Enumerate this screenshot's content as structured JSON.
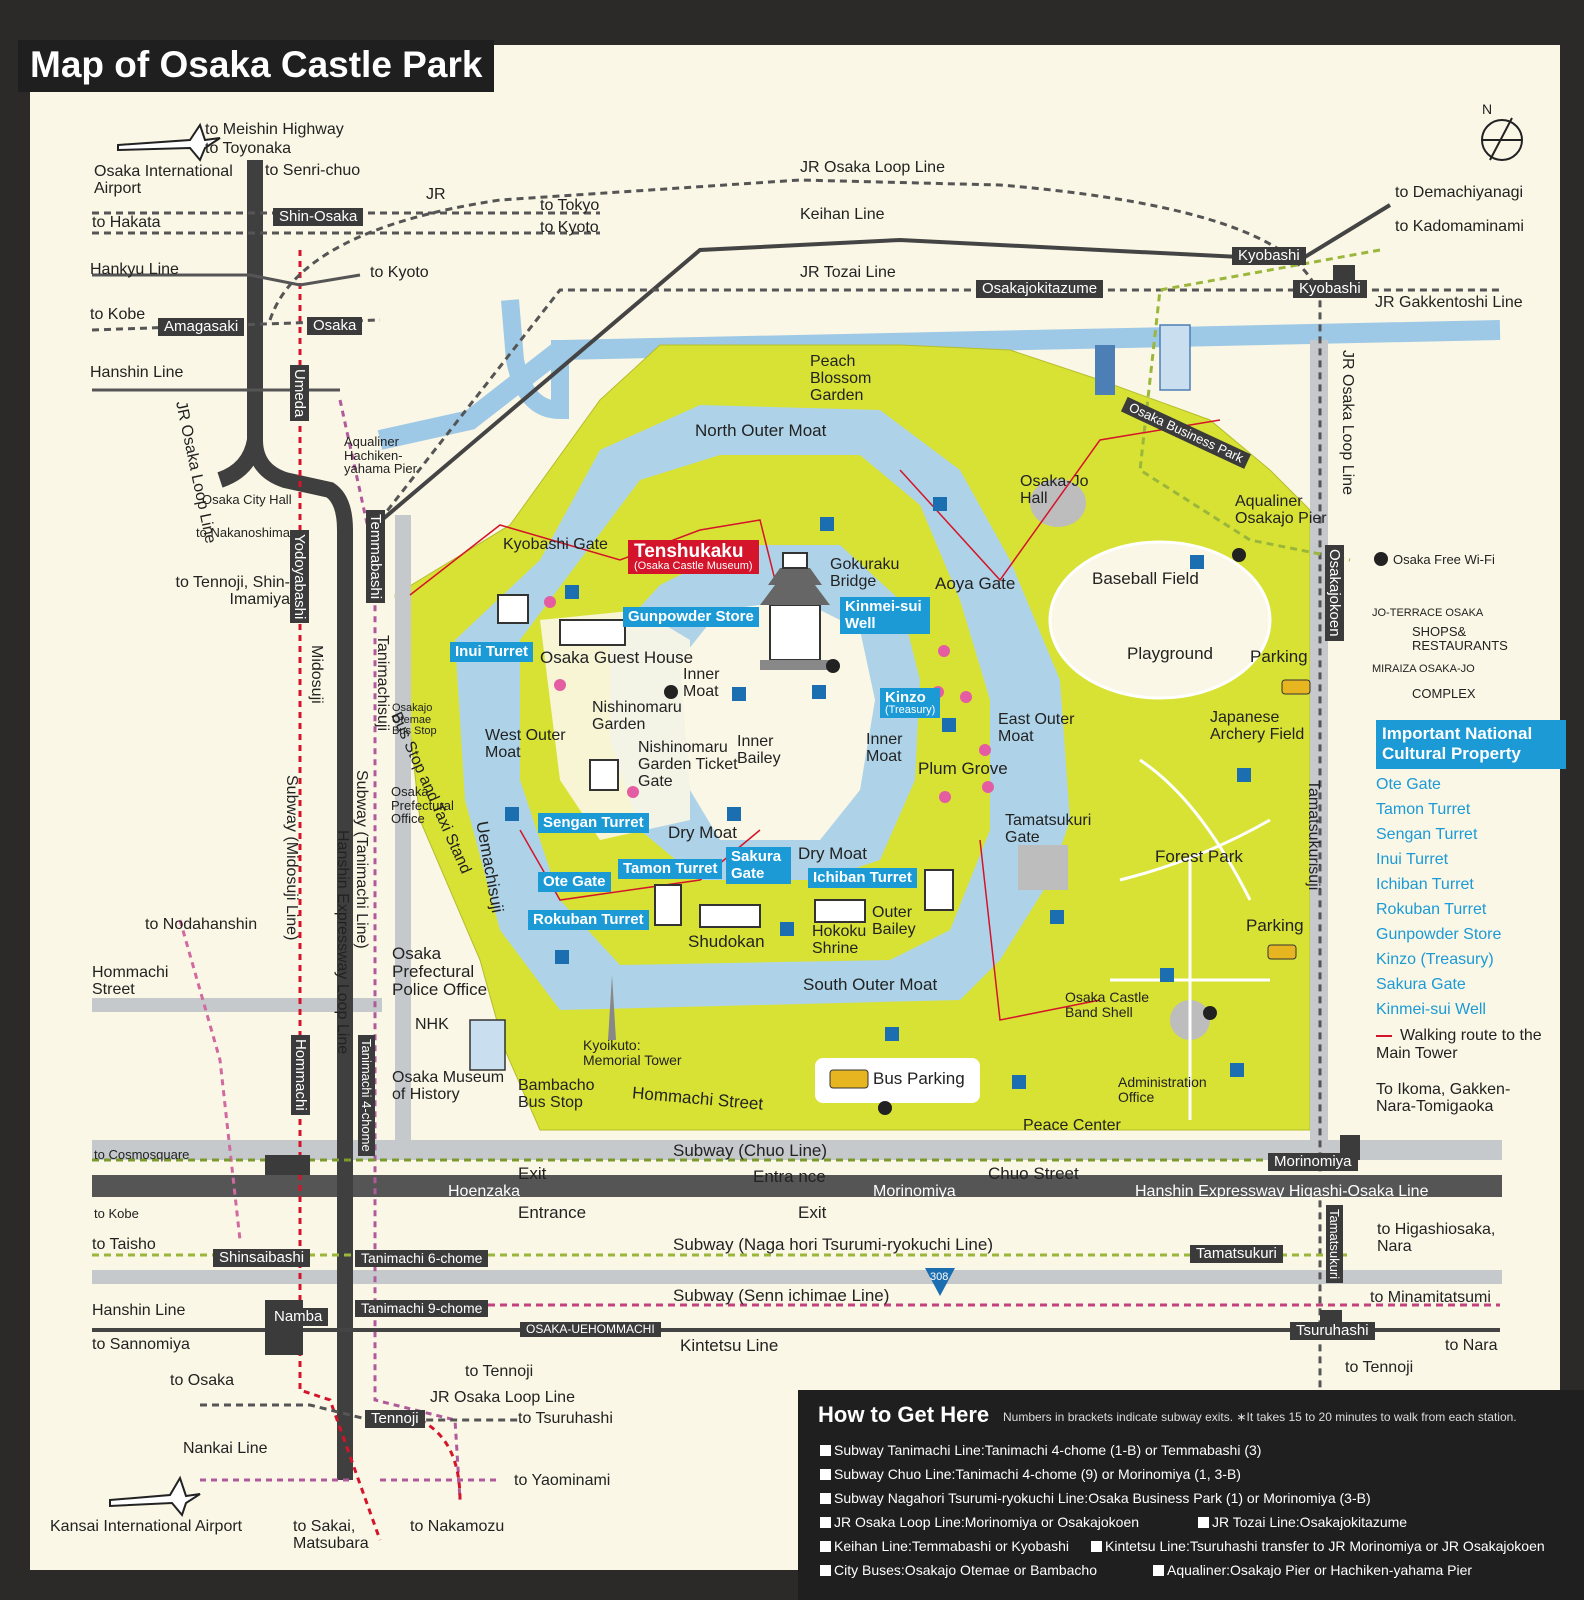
{
  "title": "Map of Osaka Castle Park",
  "colors": {
    "park": "#d8e234",
    "moat": "#aed3e8",
    "water": "#9ec9e6",
    "road": "#c5c9cc",
    "rail": "#3a3a3a",
    "route": "#d4142a",
    "label_blue": "#1b9ad6"
  },
  "compass": "N",
  "labels": {
    "to_meishin": "to Meishin Highway",
    "to_toyonaka": "to Toyonaka",
    "osaka_airport": "Osaka International Airport",
    "to_senri": "to Senri-chuo",
    "jr": "JR",
    "to_hakata": "to Hakata",
    "shin_osaka": "Shin-Osaka",
    "to_tokyo": "to Tokyo",
    "to_kyoto1": "to Kyoto",
    "hankyu_line": "Hankyu Line",
    "to_kyoto2": "to Kyoto",
    "to_kobe1": "to Kobe",
    "amagasaki": "Amagasaki",
    "osaka": "Osaka",
    "hanshin_line1": "Hanshin Line",
    "jr_loop1": "JR Osaka Loop Line",
    "umeda": "Umeda",
    "aqualiner_hachiken": "Aqualiner Hachiken-yahama Pier",
    "osaka_city_hall": "Osaka City Hall",
    "to_nakanoshima": "to Nakanoshima",
    "to_tennoji_shin": "to Tennoji, Shin-Imamiya",
    "yodoyabashi": "Yodoyabashi",
    "temmabashi": "Temmabashi",
    "midosuji": "Midosuji",
    "tanimachisuji": "Tanimachisuji",
    "subway_midosuji": "Subway (Midosuji Line)",
    "subway_tanimachi": "Subway (Tanimachi Line)",
    "hanshin_expressway_loop": "Hanshin Expressway Loop Line",
    "to_nodahanshin": "to Nodahanshin",
    "hommachi_street1": "Hommachi Street",
    "hommachi_station": "Hommachi",
    "tanimachi4": "Tanimachi 4-chome",
    "jr_osaka_loop_top": "JR Osaka Loop Line",
    "keihan_line": "Keihan Line",
    "jr_tozai": "JR Tozai Line",
    "osakajokitazume": "Osakajokitazume",
    "kyobashi1": "Kyobashi",
    "kyobashi2": "Kyobashi",
    "to_demachiyanagi": "to Demachiyanagi",
    "to_kadomaminami": "to Kadomaminami",
    "jr_gakkentoshi": "JR Gakkentoshi Line",
    "jr_loop_right": "JR Osaka Loop Line",
    "osaka_business_park": "Osaka Business Park",
    "peach_garden": "Peach Blossom Garden",
    "north_outer_moat": "North Outer Moat",
    "osaka_jo_hall": "Osaka-Jo Hall",
    "aqualiner_osakajo": "Aqualiner Osakajo Pier",
    "osakajokoen": "Osakajokoen",
    "free_wifi": "Osaka Free Wi-Fi",
    "jo_terrace": "JO-TERRACE OSAKA",
    "shops": "SHOPS& RESTAURANTS",
    "miraiza": "MIRAIZA OSAKA-JO",
    "complex": "COMPLEX",
    "kyobashi_gate": "Kyobashi Gate",
    "tenshukaku": "Tenshukaku",
    "tenshukaku_sub": "(Osaka Castle Museum)",
    "gokuraku_bridge": "Gokuraku Bridge",
    "aoya_gate": "Aoya Gate",
    "baseball_field": "Baseball Field",
    "playground": "Playground",
    "parking1": "Parking",
    "gunpowder_store": "Gunpowder Store",
    "kinmei_well": "Kinmei-sui Well",
    "inui_turret": "Inui Turret",
    "osaka_guest_house": "Osaka Guest House",
    "inner_moat1": "Inner Moat",
    "nishinomaru_garden": "Nishinomaru Garden",
    "kinzo": "Kinzo",
    "kinzo_sub": "(Treasury)",
    "east_outer_moat": "East Outer Moat",
    "japanese_archery": "Japanese Archery Field",
    "bus_taxi": "Bus Stop and Taxi Stand",
    "otemae_bus": "Osakajo Otemae Bus Stop",
    "west_outer_moat": "West Outer Moat",
    "inner_bailey": "Inner Bailey",
    "nishinomaru_ticket": "Nishinomaru Garden Ticket Gate",
    "inner_moat2": "Inner Moat",
    "plum_grove": "Plum Grove",
    "pref_office": "Osaka Prefectural Office",
    "sengan_turret": "Sengan Turret",
    "dry_moat1": "Dry Moat",
    "tamatsukuri_gate": "Tamatsukuri Gate",
    "forest_park": "Forest Park",
    "tamatsukurisuji": "Tamatsukurisuji",
    "ote_gate": "Ote Gate",
    "tamon_turret": "Tamon Turret",
    "sakura_gate": "Sakura Gate",
    "dry_moat2": "Dry Moat",
    "ichiban_turret": "Ichiban Turret",
    "uemachisuji": "Uemachisuji",
    "rokuban_turret": "Rokuban Turret",
    "shudokan": "Shudokan",
    "hokoku_shrine": "Hokoku Shrine",
    "outer_bailey": "Outer Bailey",
    "parking2": "Parking",
    "police_office": "Osaka Prefectural Police Office",
    "south_outer_moat": "South Outer Moat",
    "band_shell": "Osaka Castle Band Shell",
    "nhk": "NHK",
    "museum_history": "Osaka Museum of History",
    "kyoiku_tower": "Kyoikuto: Memorial Tower",
    "bambacho_bus": "Bambacho Bus Stop",
    "bus_parking": "Bus Parking",
    "admin_office": "Administration Office",
    "peace_center": "Peace Center",
    "hommachi_street2": "Hommachi Street",
    "to_cosmosquare": "to Cosmosquare",
    "subway_chuo": "Subway (Chuo Line)",
    "morinomiya1": "Morinomiya",
    "exit1": "Exit",
    "entrance1": "Entra nce",
    "chuo_street": "Chuo Street",
    "hoenzaka": "Hoenzaka",
    "morinomiya2": "Morinomiya",
    "hanshin_exp_higashi": "Hanshin Expressway Higashi-Osaka Line",
    "to_kobe2": "to Kobe",
    "entrance2": "Entrance",
    "exit2": "Exit",
    "to_taisho": "to Taisho",
    "shinsaibashi": "Shinsaibashi",
    "tanimachi6": "Tanimachi 6-chome",
    "subway_nagahori": "Subway (Naga hori Tsurumi-ryokuchi Line)",
    "tamatsukuri": "Tamatsukuri",
    "tamatsukuri_v": "Tamatsukuri",
    "to_higashiosaka": "to Higashiosaka, Nara",
    "route308": "308",
    "subway_sennichimae": "Subway (Senn ichimae Line)",
    "to_minamitatsumi": "to Minamitatsumi",
    "hanshin_line2": "Hanshin Line",
    "namba": "Namba",
    "tanimachi9": "Tanimachi 9-chome",
    "uehommachi": "OSAKA-UEHOMMACHI",
    "tsuruhashi": "Tsuruhashi",
    "to_sannomiya": "to Sannomiya",
    "kintetsu_line": "Kintetsu Line",
    "to_nara": "to Nara",
    "to_tennoji1": "to Tennoji",
    "to_tennoji2": "to Tennoji",
    "to_osaka": "to Osaka",
    "jr_loop_bottom": "JR Osaka Loop Line",
    "tennoji": "Tennoji",
    "to_tsuruhashi": "to Tsuruhashi",
    "nankai_line": "Nankai Line",
    "to_yaominami": "to Yaominami",
    "kansai_airport": "Kansai International Airport",
    "to_sakai": "to Sakai, Matsubara",
    "to_nakamozu": "to Nakamozu",
    "to_ikoma": "To Ikoma, Gakken-Nara-Tomigaoka"
  },
  "legend": {
    "heading": "Important National Cultural Property",
    "items": [
      "Ote Gate",
      "Tamon Turret",
      "Sengan Turret",
      "Inui Turret",
      "Ichiban Turret",
      "Rokuban Turret",
      "Gunpowder Store",
      "Kinzo (Treasury)",
      "Sakura Gate",
      "Kinmei-sui Well"
    ],
    "walking_route": "Walking route to the Main Tower"
  },
  "how_to": {
    "title": "How to Get Here",
    "note": "Numbers in brackets indicate subway exits. ∗It takes 15 to 20 minutes to walk from each station.",
    "rows": [
      "Subway Tanimachi Line:Tanimachi 4-chome (1-B)    or Temmabashi (3)",
      "Subway Chuo Line:Tanimachi 4-chome (9) or Morinomiya (1, 3-B)",
      "Subway Nagahori Tsurumi-ryokuchi Line:Osaka Business Park (1) or Morinomiya (3-B)",
      "JR Osaka Loop Line:Morinomiya or Osakajokoen",
      "JR Tozai Line:Osakajokitazume",
      "Keihan Line:Temmabashi or Kyobashi",
      "Kintetsu Line:Tsuruhashi transfer to JR Morinomiya or JR Osakajokoen",
      "City Buses:Osakajo Otemae or Bambacho",
      "Aqualiner:Osakajo Pier or Hachiken-yahama Pier"
    ]
  }
}
